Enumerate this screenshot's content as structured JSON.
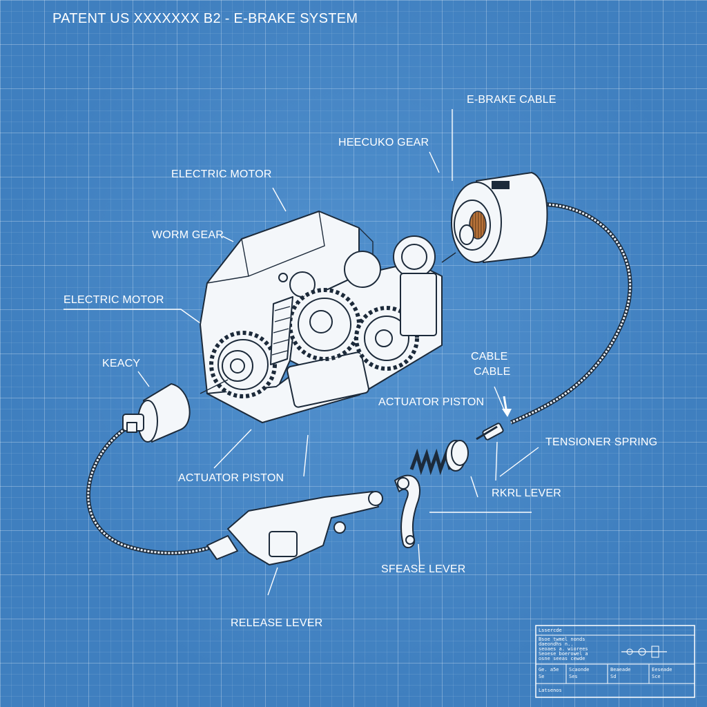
{
  "title": "PATENT US XXXXXXX B2 - E-BRAKE SYSTEM",
  "labels": {
    "ebrake_cable": "E-BRAKE CABLE",
    "heecuko_gear": "HEECUKO GEAR",
    "electric_motor_top": "ELECTRIC MOTOR",
    "worm_gear": "WORM GEAR",
    "electric_motor_left": "ELECTRIC MOTOR",
    "keacy": "KEACY",
    "cable_1": "CABLE",
    "cable_2": "CABLE",
    "actuator_piston_right": "ACTUATOR PISTON",
    "tensioner_spring": "TENSIONER SPRING",
    "actuator_piston_left": "ACTUATOR PISTON",
    "rkrl_lever": "RKRL LEVER",
    "sfease_lever": "SFEASE LEVER",
    "release_lever": "RELEASE LEVER"
  },
  "title_block": {
    "header": "Lssercde",
    "lines": [
      "Bsoe twmel nonds",
      "daeondhs n..",
      "seoaes a. wiorees",
      "Seoese boerowel a",
      "osne seeas cewde"
    ],
    "cells": [
      "Ge. a5e",
      "Scaonde",
      "Beaeade",
      "Eeseade"
    ],
    "subcells": [
      "Se",
      "Ses",
      "Sd",
      "Sce"
    ],
    "footer": "Latsenos"
  },
  "colors": {
    "background": "#3f7fbf",
    "grid": "#ffffff",
    "ink": "#1c2a3a",
    "part_fill": "#f4f7fa",
    "coil": "#b8733a"
  }
}
